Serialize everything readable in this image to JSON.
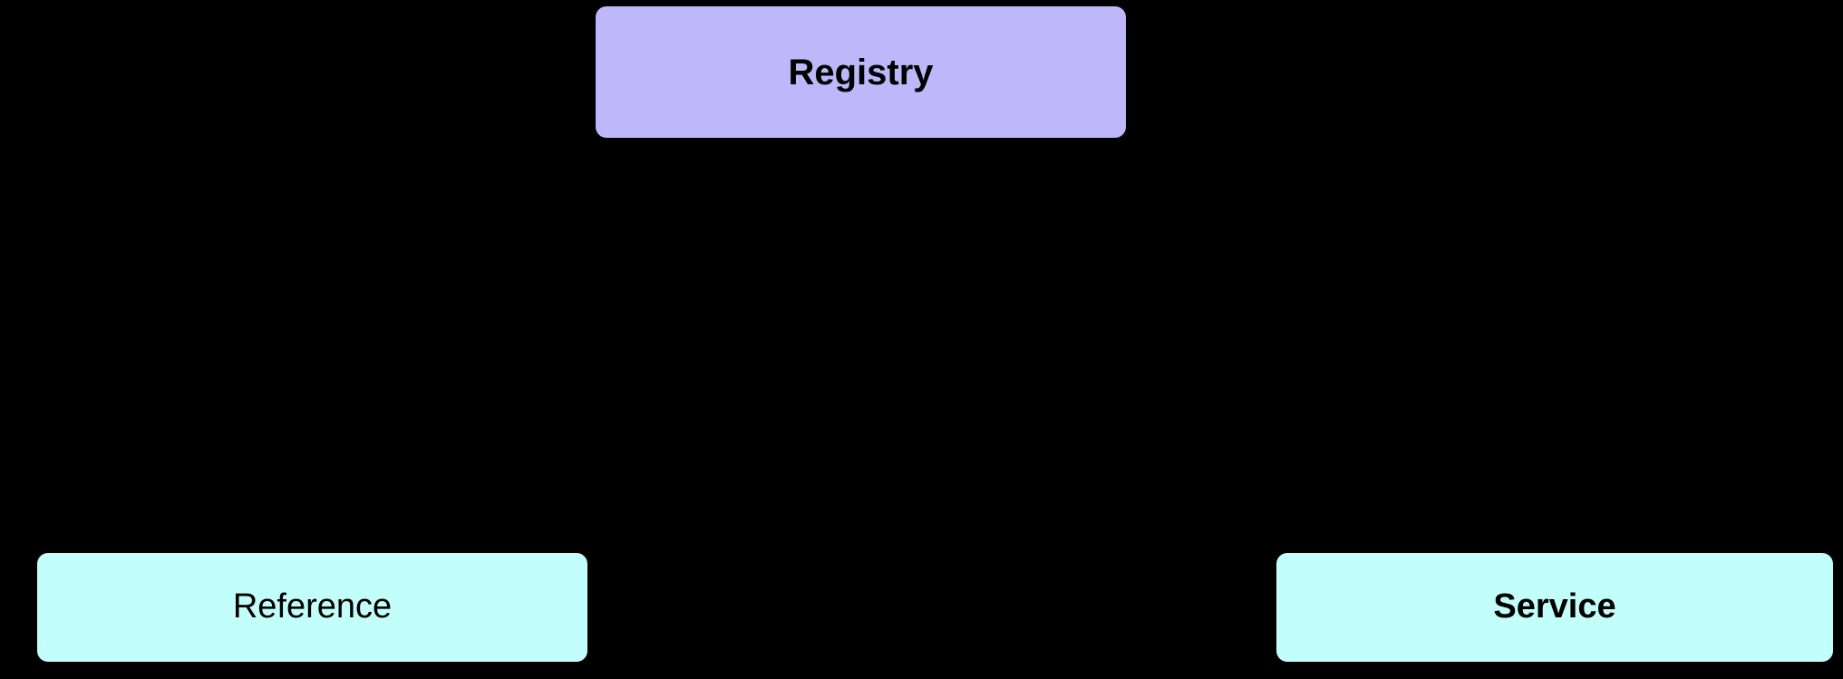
{
  "diagram": {
    "background_color": "#000000",
    "text_color": "#000000",
    "nodes": [
      {
        "id": "registry",
        "label": "Registry",
        "fill": "#BEB8FA",
        "bold": true
      },
      {
        "id": "reference",
        "label": "Reference",
        "fill": "#C2FEFA",
        "bold": false
      },
      {
        "id": "service",
        "label": "Service",
        "fill": "#C2FEFA",
        "bold": true
      }
    ]
  }
}
